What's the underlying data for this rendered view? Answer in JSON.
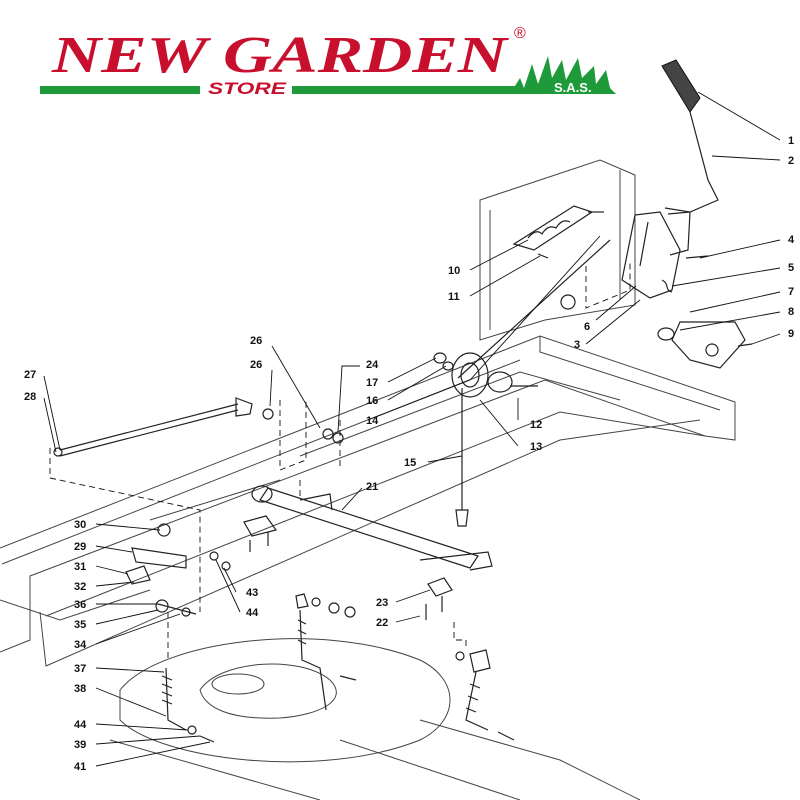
{
  "brand": {
    "name": "NEW GARDEN",
    "registered": "®",
    "store": "STORE",
    "suffix": "S.A.S.",
    "colors": {
      "red": "#c8102e",
      "green": "#1f9a3a",
      "ink": "#111111"
    }
  },
  "callouts": {
    "c1": "1",
    "c2": "2",
    "c3": "3",
    "c4": "4",
    "c5": "5",
    "c6": "6",
    "c7": "7",
    "c8": "8",
    "c9": "9",
    "c10": "10",
    "c11": "11",
    "c12": "12",
    "c13": "13",
    "c14": "14",
    "c15": "15",
    "c16": "16",
    "c17": "17",
    "c21": "21",
    "c22": "22",
    "c23": "23",
    "c24": "24",
    "c26a": "26",
    "c26b": "26",
    "c27": "27",
    "c28": "28",
    "c29": "29",
    "c30": "30",
    "c31": "31",
    "c32": "32",
    "c34": "34",
    "c35": "35",
    "c36": "36",
    "c37": "37",
    "c38": "38",
    "c39": "39",
    "c41": "41",
    "c43": "43",
    "c44a": "44",
    "c44b": "44"
  }
}
